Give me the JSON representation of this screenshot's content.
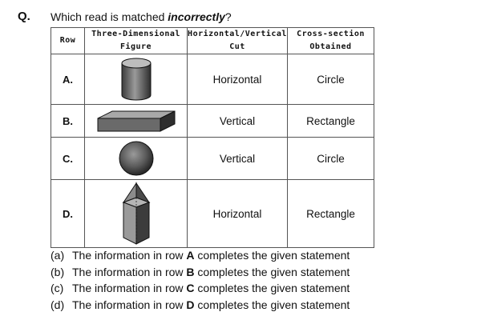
{
  "question": {
    "label": "Q.",
    "text_before": "Which read is matched ",
    "text_emphasis": "incorrectly",
    "text_after": "?"
  },
  "table": {
    "headers": [
      {
        "line1": "Row",
        "line2": ""
      },
      {
        "line1": "Three-Dimensional",
        "line2": "Figure"
      },
      {
        "line1": "Horizontal/Vertical",
        "line2": "Cut"
      },
      {
        "line1": "Cross-section",
        "line2": "Obtained"
      }
    ],
    "rows": [
      {
        "letter": "A.",
        "figure": "cylinder",
        "cut": "Horizontal",
        "cross_section": "Circle"
      },
      {
        "letter": "B.",
        "figure": "rectangular-prism",
        "cut": "Vertical",
        "cross_section": "Rectangle"
      },
      {
        "letter": "C.",
        "figure": "sphere",
        "cut": "Vertical",
        "cross_section": "Circle"
      },
      {
        "letter": "D.",
        "figure": "pencil-shaped-prism",
        "cut": "Horizontal",
        "cross_section": "Rectangle"
      }
    ]
  },
  "options": [
    {
      "key": "(a)",
      "before": "The information in row ",
      "row": "A",
      "after": " completes the given statement"
    },
    {
      "key": "(b)",
      "before": "The information in row ",
      "row": "B",
      "after": " completes the given statement"
    },
    {
      "key": "(c)",
      "before": "The information in row ",
      "row": "C",
      "after": " completes the given statement"
    },
    {
      "key": "(d)",
      "before": "The information in row ",
      "row": "D",
      "after": " completes the given statement"
    }
  ]
}
